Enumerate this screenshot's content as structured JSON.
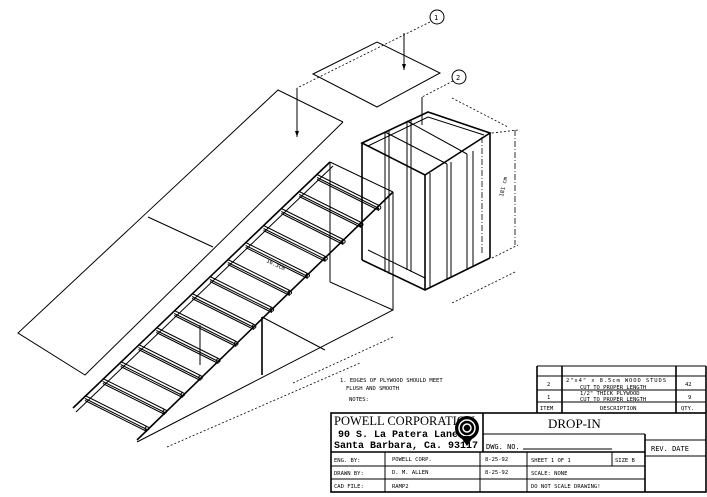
{
  "callouts": [
    "1",
    "2"
  ],
  "dimensions": {
    "height": "181 cm",
    "tread_spacing": "16.3cm"
  },
  "notes": {
    "heading": "NOTES:",
    "items": [
      "1. EDGES OF PLYWOOD SHOULD MEET",
      "FLUSH AND SMOOTH"
    ]
  },
  "parts_list": {
    "headers": {
      "item": "ITEM",
      "description": "DESCRIPTION",
      "qty": "QTY."
    },
    "rows": [
      {
        "item": "2",
        "desc1": "2\"x4\" x 8.5cm WOOD STUDS",
        "desc2": "CUT TO PROPER LENGTH",
        "qty": "42"
      },
      {
        "item": "1",
        "desc1": "1/2\" THICK PLYWOOD",
        "desc2": "CUT TO PROPER LENGTH",
        "qty": "9"
      }
    ]
  },
  "title_block": {
    "company": "POWELL CORPORATION",
    "address1": "90 S. La Patera Lane",
    "address2": "Santa Barbara, Ca. 93117",
    "title": "DROP-IN",
    "dwg_no_label": "DWG. NO.",
    "rev_date_label": "REV. DATE",
    "eng_by_label": "ENG. BY:",
    "eng_by": "POWELL CORP.",
    "eng_date": "8-25-92",
    "drawn_by_label": "DRAWN BY:",
    "drawn_by": "D. M. ALLEN",
    "drawn_date": "8-25-92",
    "cad_file_label": "CAD FILE:",
    "cad_file": "RAMP2",
    "sheet": "SHEET  1  OF  1",
    "size": "SIZE B",
    "scale": "SCALE: NONE",
    "warning": "DO NOT SCALE DRAWING!"
  }
}
